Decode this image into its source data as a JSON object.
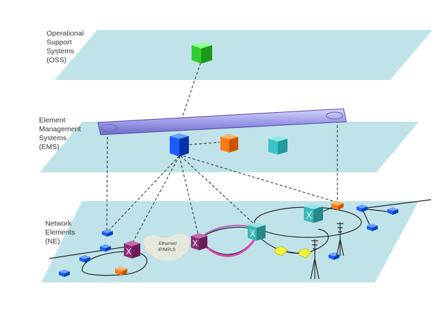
{
  "layers": {
    "oss": {
      "label": "Operational\nSupport\nSystems\n(OSS)"
    },
    "ems": {
      "label": "Element\nManagement\nSystems\n(EMS)"
    },
    "ne": {
      "label": "Network\nElements\n(NE)"
    }
  },
  "cloud": {
    "line1": "Ethernet/",
    "line2": "IP/MPLS"
  },
  "colors": {
    "plane": "#bfe3e8",
    "oss_server": "green",
    "ems_main": "blue",
    "ems_secondary_1": "orange",
    "ems_secondary_2": "teal",
    "management_bus": "lavender",
    "router": "purple",
    "optical_switch": "teal",
    "ring_highlight": "magenta",
    "node": "blue",
    "ne_device": "orange",
    "wireless_node": "yellow"
  },
  "icons": [
    "server-cube-icon",
    "router-icon",
    "optical-switch-icon",
    "node-icon",
    "cell-tower-icon",
    "cloud-icon"
  ]
}
